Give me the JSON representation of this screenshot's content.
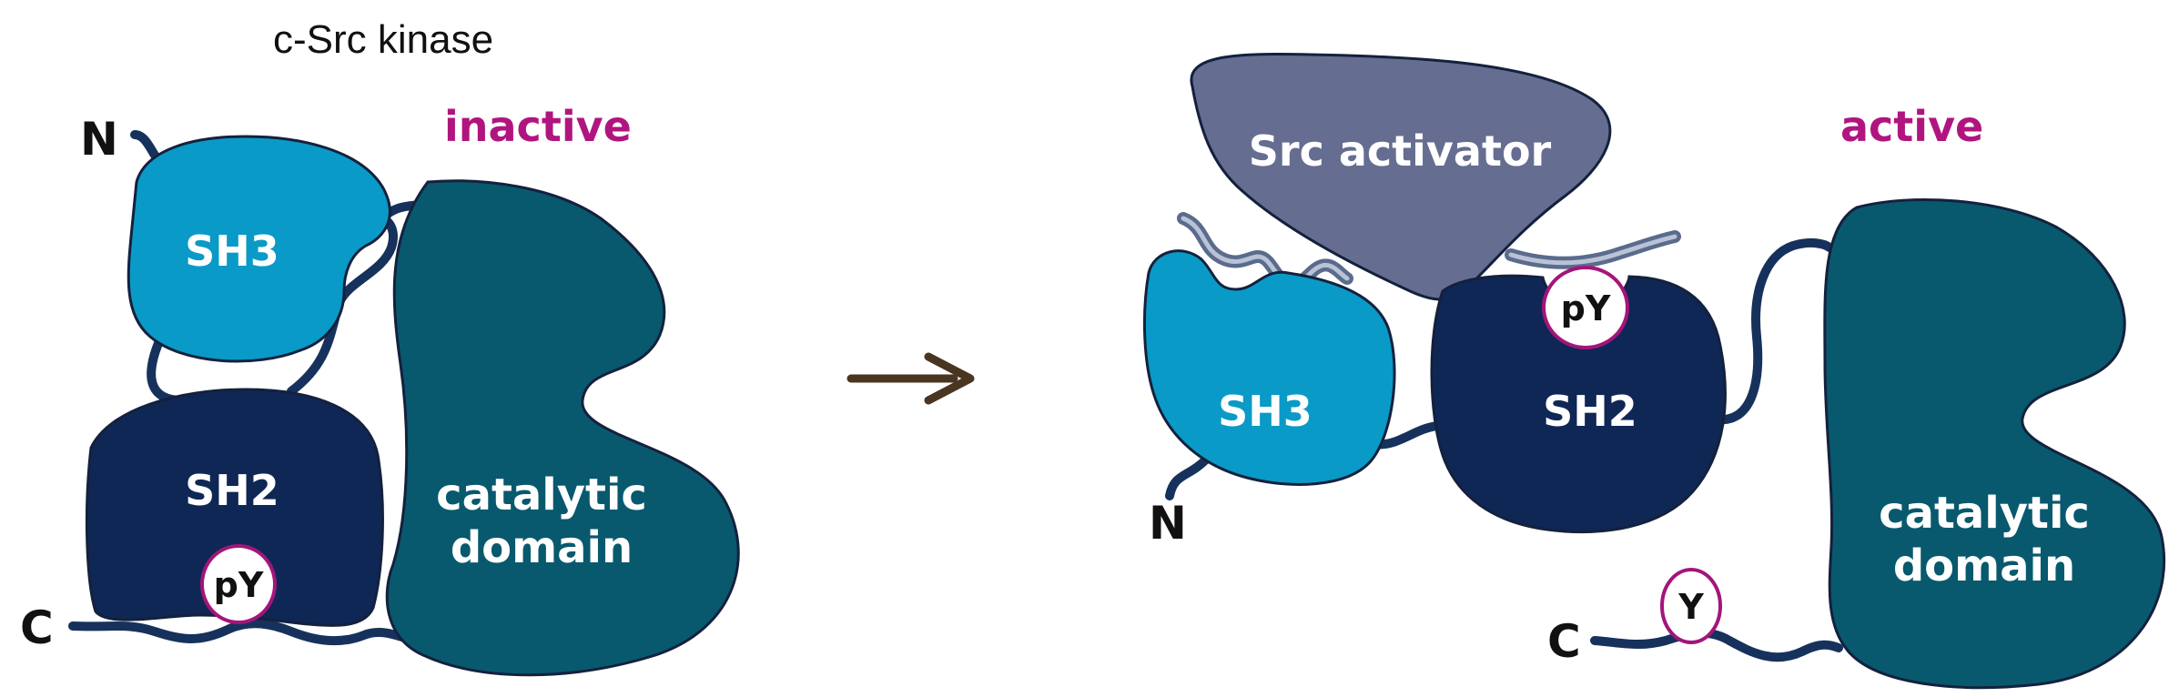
{
  "title": "c-Src kinase",
  "inactive": {
    "state": "inactive",
    "n_terminus": "N",
    "c_terminus": "C",
    "sh3": "SH3",
    "sh2": "SH2",
    "phospho": "pY",
    "catalytic_line1": "catalytic",
    "catalytic_line2": "domain"
  },
  "arrow_glyph": "→",
  "active": {
    "state": "active",
    "activator": "Src activator",
    "n_terminus": "N",
    "c_terminus": "C",
    "sh3": "SH3",
    "sh2": "SH2",
    "phospho": "pY",
    "tyrosine": "Y",
    "catalytic_line1": "catalytic",
    "catalytic_line2": "domain"
  },
  "colors": {
    "sh3": "#0a9ac7",
    "sh2": "#0f2755",
    "catalytic": "#08596d",
    "activator": "#656d90",
    "linker": "#16325c",
    "accent": "#b0157f",
    "arrow": "#4a3520"
  }
}
